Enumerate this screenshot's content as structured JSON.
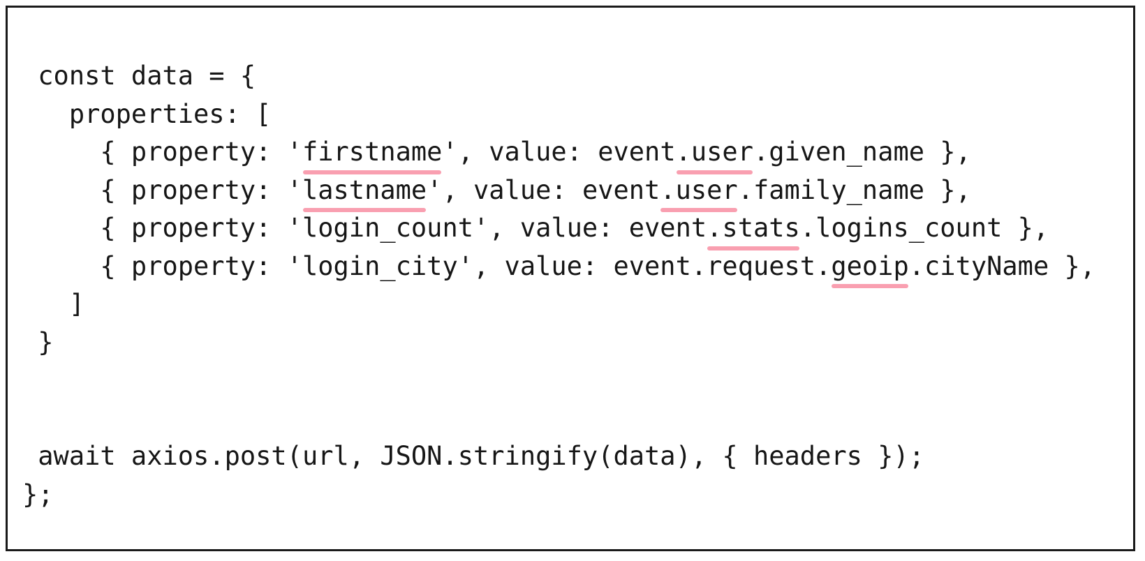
{
  "code_block": {
    "language": "javascript",
    "underline_color": "#f99fb0",
    "text_color": "#161616",
    "border_color": "#1a1a1a",
    "background_color": "#ffffff",
    "underlined_tokens": [
      "firstname",
      "lastname",
      ".user",
      ".user",
      ".stats",
      "geoip"
    ],
    "lines": [
      [
        {
          "t": " const data = {"
        }
      ],
      [
        {
          "t": "   properties: ["
        }
      ],
      [
        {
          "t": "     { property: '"
        },
        {
          "t": "firstname",
          "u": true
        },
        {
          "t": "', value: event"
        },
        {
          "t": ".user",
          "u": true
        },
        {
          "t": ".given_name },"
        }
      ],
      [
        {
          "t": "     { property: '"
        },
        {
          "t": "lastname",
          "u": true
        },
        {
          "t": "', value: event"
        },
        {
          "t": ".user",
          "u": true
        },
        {
          "t": ".family_name },"
        }
      ],
      [
        {
          "t": "     { property: 'login_count', value: event"
        },
        {
          "t": ".stats",
          "u": true
        },
        {
          "t": ".logins_count },"
        }
      ],
      [
        {
          "t": "     { property: 'login_city', value: event.request."
        },
        {
          "t": "geoip",
          "u": true
        },
        {
          "t": ".cityName },"
        }
      ],
      [
        {
          "t": "   ]"
        }
      ],
      [
        {
          "t": " }"
        }
      ],
      [],
      [],
      [
        {
          "t": " await axios.post(url, JSON.stringify(data), { headers });"
        }
      ],
      [
        {
          "t": "};"
        }
      ]
    ]
  }
}
